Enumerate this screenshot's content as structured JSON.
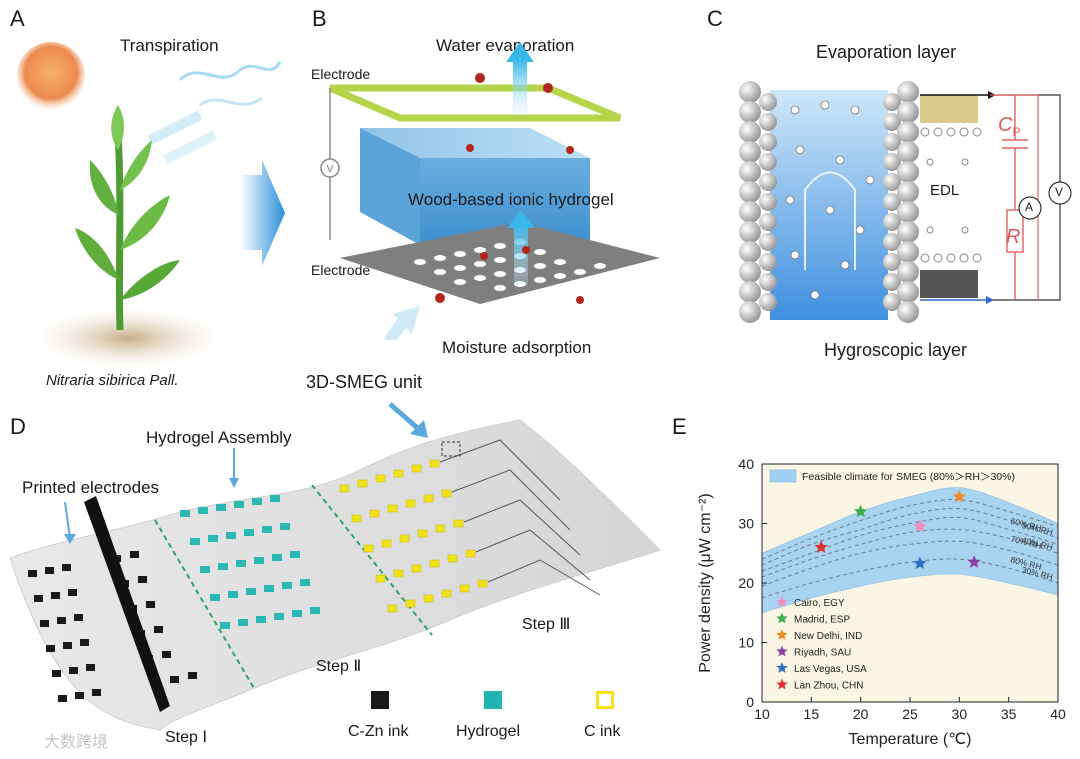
{
  "panels": {
    "a": "A",
    "b": "B",
    "c": "C",
    "d": "D",
    "e": "E"
  },
  "panel_a": {
    "transpiration": "Transpiration",
    "plant_name": "Nitraria sibirica Pall."
  },
  "panel_b": {
    "water_evaporation": "Water evaporation",
    "electrode_top": "Electrode",
    "electrode_bottom": "Electrode",
    "hydrogel": "Wood-based ionic hydrogel",
    "moisture": "Moisture adsorption",
    "voltmeter": "V",
    "unit": "3D-SMEG unit"
  },
  "panel_c": {
    "evaporation_layer": "Evaporation layer",
    "hygroscopic_layer": "Hygroscopic layer",
    "edl": "EDL",
    "cp": "C",
    "cp_sub": "P",
    "r": "R",
    "ammeter": "A",
    "voltmeter": "V"
  },
  "panel_d": {
    "printed_electrodes": "Printed electrodes",
    "hydrogel_assembly": "Hydrogel Assembly",
    "step1": "Step Ⅰ",
    "step2": "Step Ⅱ",
    "step3": "Step Ⅲ",
    "legend": [
      {
        "label": "C-Zn ink",
        "color": "#1a1a1a"
      },
      {
        "label": "Hydrogel",
        "color": "#1fb5b0"
      },
      {
        "label": "C ink",
        "color": "#f2e21a"
      }
    ]
  },
  "watermark": "大数跨境",
  "chart_data": {
    "type": "scatter",
    "xlabel": "Temperature (℃)",
    "ylabel": "Power density (μW cm⁻²)",
    "xlim": [
      10,
      40
    ],
    "ylim": [
      0,
      40
    ],
    "xticks": [
      10,
      15,
      20,
      25,
      30,
      35,
      40
    ],
    "yticks": [
      0,
      10,
      20,
      30,
      40
    ],
    "region_legend": "Feasible climate for SMEG (80%＞RH＞30%)",
    "region_color": "#9fd0f2",
    "background_color": "#fbf5e3",
    "band_upper": {
      "x": [
        10,
        15,
        20,
        25,
        30,
        35,
        40
      ],
      "y": [
        25,
        28.5,
        32,
        34.5,
        36,
        33.5,
        30
      ]
    },
    "band_lower": {
      "x": [
        10,
        15,
        20,
        25,
        30,
        35,
        40
      ],
      "y": [
        15,
        17.5,
        19.5,
        21,
        21.5,
        20,
        18
      ]
    },
    "rh_curves": [
      {
        "name": "60% RH",
        "x": [
          10,
          15,
          20,
          25,
          30,
          35,
          40
        ],
        "y": [
          24,
          27.5,
          30.5,
          33,
          34,
          32,
          29.5
        ]
      },
      {
        "name": "50% RH",
        "x": [
          10,
          15,
          20,
          25,
          30,
          35,
          40
        ],
        "y": [
          23,
          26.5,
          29,
          31.5,
          32.5,
          30.5,
          27.5
        ]
      },
      {
        "name": "70% RH",
        "x": [
          10,
          15,
          20,
          25,
          30,
          35,
          40
        ],
        "y": [
          22,
          25,
          28,
          30,
          31,
          29,
          26.5
        ]
      },
      {
        "name": "40% RH",
        "x": [
          10,
          15,
          20,
          25,
          30,
          35,
          40
        ],
        "y": [
          21,
          24,
          26.5,
          28.5,
          29,
          27.5,
          25
        ]
      },
      {
        "name": "80% RH",
        "x": [
          10,
          15,
          20,
          25,
          30,
          35,
          40
        ],
        "y": [
          19.5,
          22.5,
          25,
          26.5,
          27,
          25.5,
          23
        ]
      },
      {
        "name": "30% RH",
        "x": [
          10,
          15,
          20,
          25,
          30,
          35,
          40
        ],
        "y": [
          17.5,
          20,
          22,
          23.5,
          24,
          22.5,
          20
        ]
      }
    ],
    "points": [
      {
        "name": "Cairo, EGY",
        "x": 26,
        "y": 29.5,
        "color": "#f08cc0"
      },
      {
        "name": "Madrid, ESP",
        "x": 20,
        "y": 32,
        "color": "#3cae4b"
      },
      {
        "name": "New Delhi, IND",
        "x": 30,
        "y": 34.5,
        "color": "#f08a24"
      },
      {
        "name": "Riyadh, SAU",
        "x": 31.5,
        "y": 23.5,
        "color": "#8c3fa5"
      },
      {
        "name": "Las Vegas, USA",
        "x": 26,
        "y": 23.3,
        "color": "#2c6fc4"
      },
      {
        "name": "Lan Zhou, CHN",
        "x": 16,
        "y": 26,
        "color": "#e03030"
      }
    ]
  }
}
